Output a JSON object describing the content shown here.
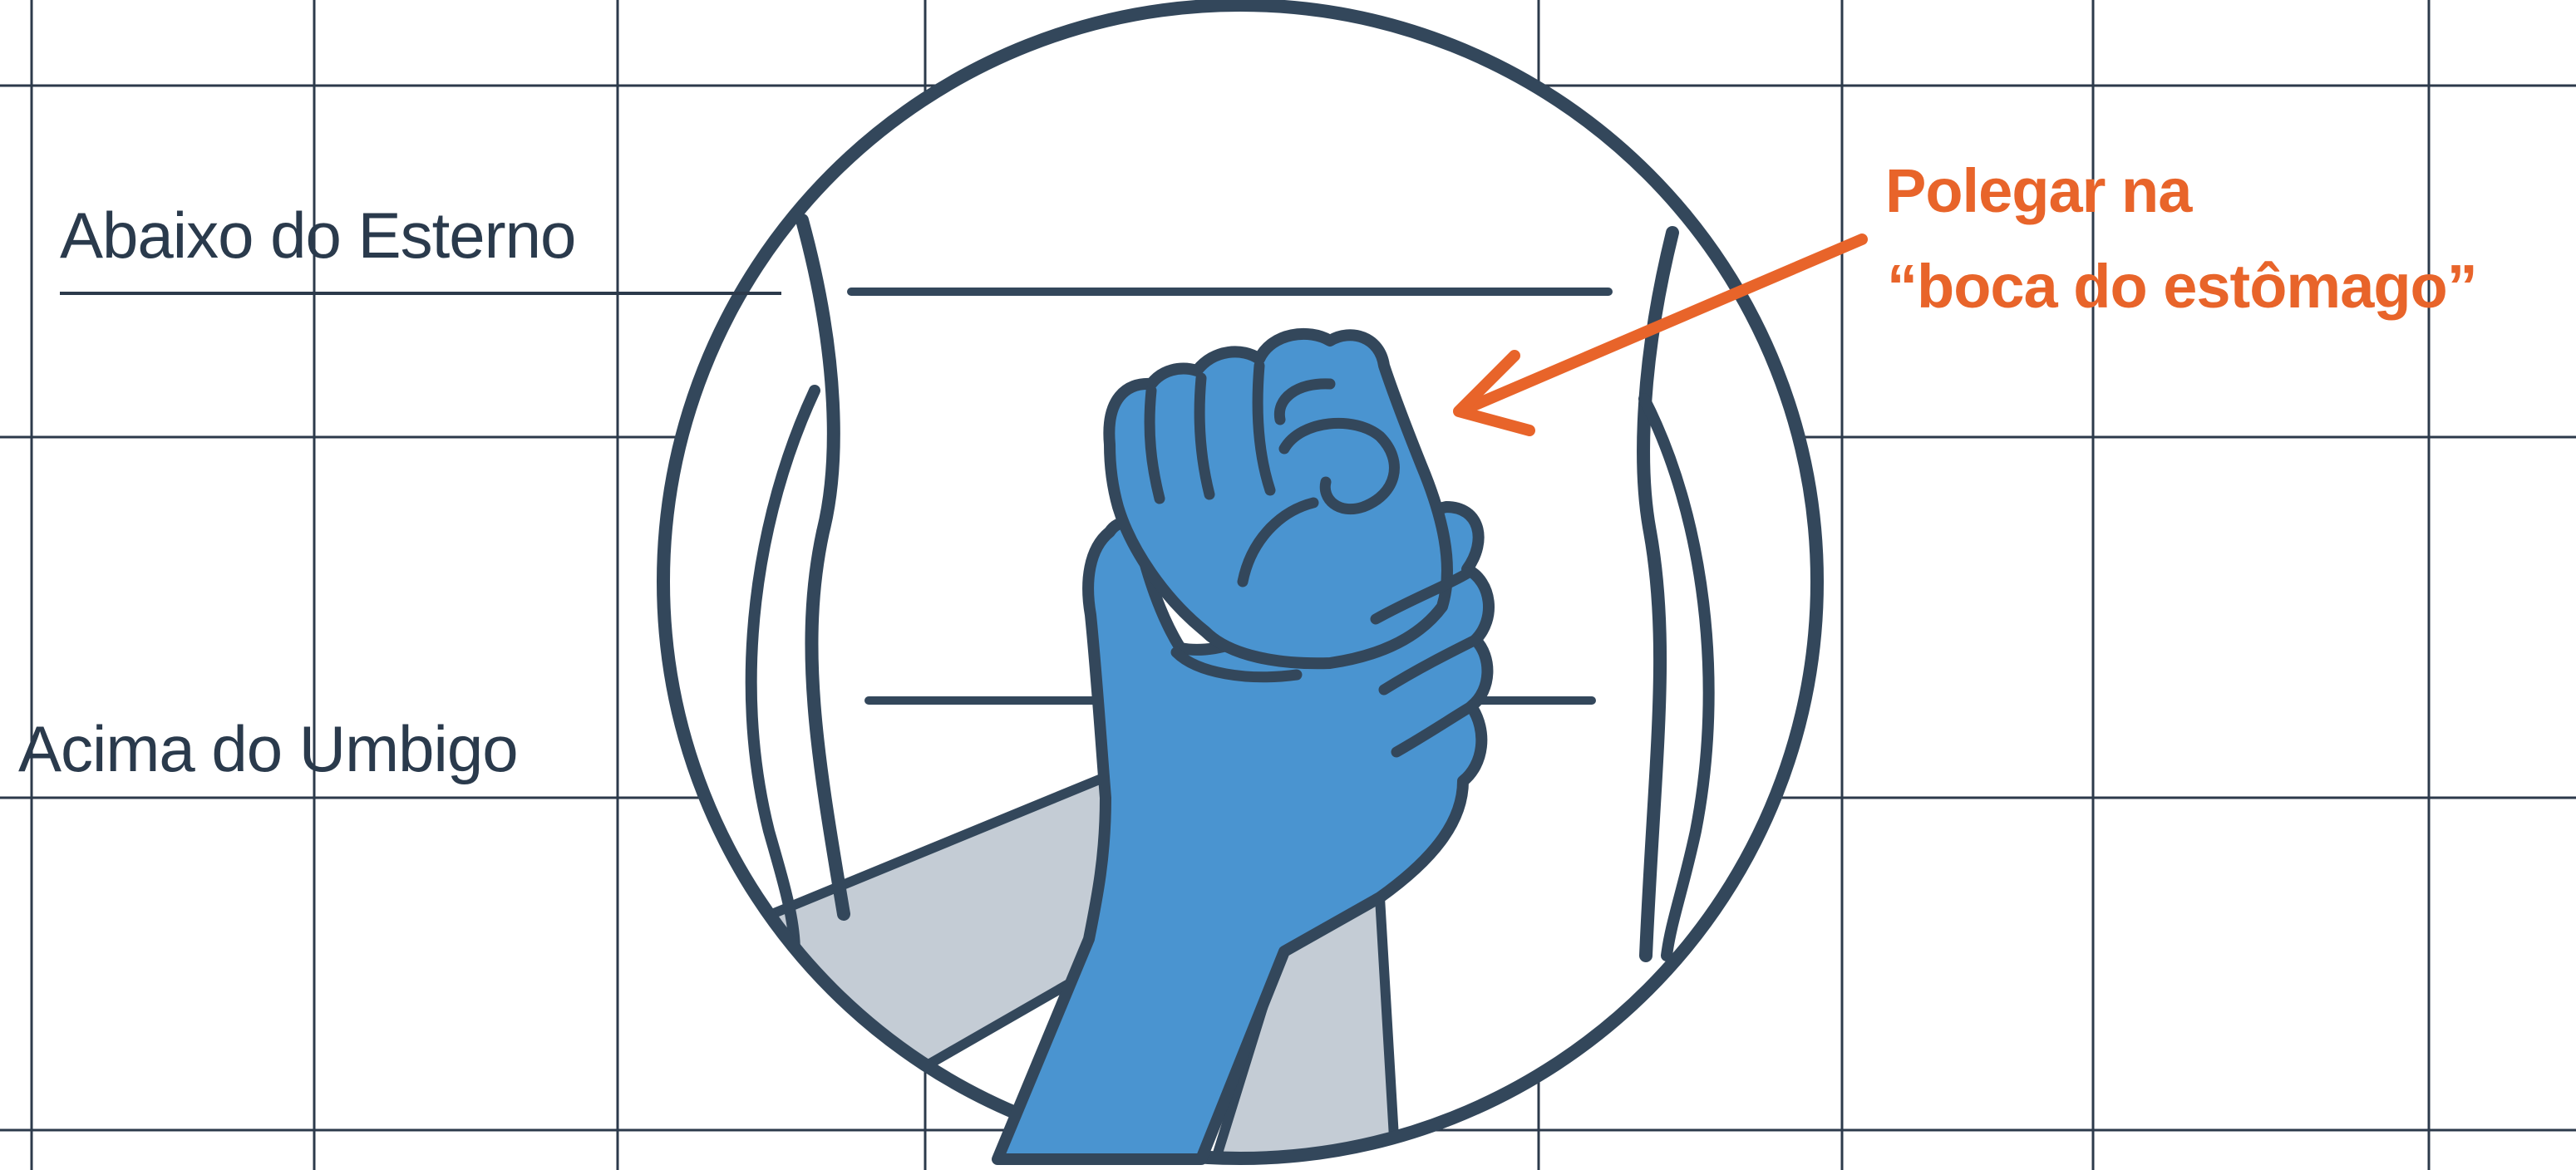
{
  "labels": {
    "sternum": "Abaixo do Esterno",
    "navel": "Acima do Umbigo",
    "thumb_line1": "Polegar na",
    "thumb_line2": "“boca do estômago”"
  },
  "colors": {
    "accent": "#e8642a",
    "hand": "#4a94d0",
    "outline": "#33475b",
    "arm": "#c4ccd5"
  }
}
